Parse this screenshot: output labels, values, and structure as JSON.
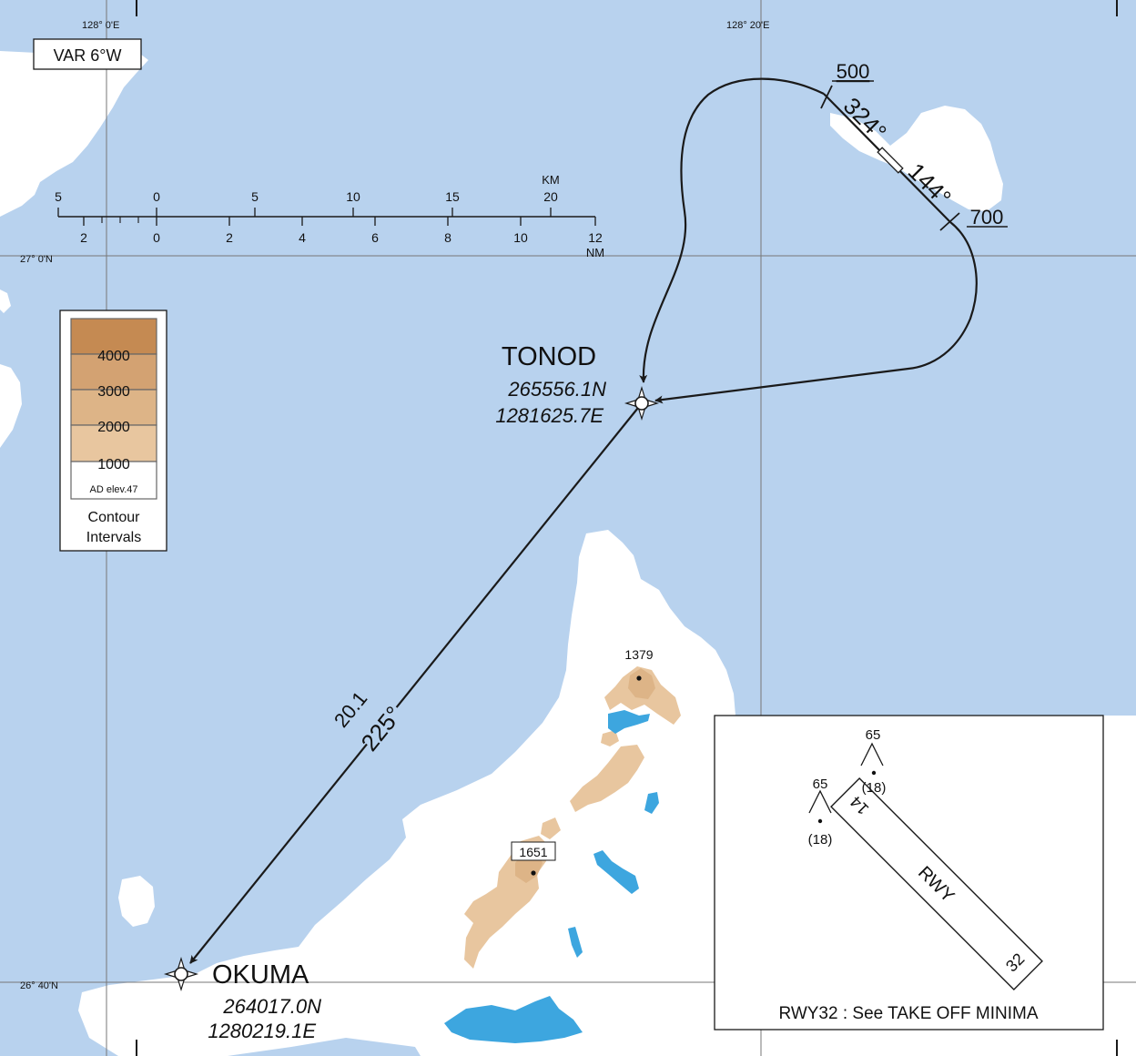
{
  "colors": {
    "water": "#b8d2ee",
    "land": "#ffffff",
    "terrain_1000": "#e8c69f",
    "terrain_2000": "#ddb487",
    "terrain_3000": "#d3a272",
    "terrain_4000": "#c58a52",
    "lake": "#3da6df",
    "line": "#1a1a1a",
    "grid": "#777777"
  },
  "grid": {
    "lon_labels": [
      "128°  0'E",
      "128°  20'E"
    ],
    "lat_labels": [
      "27°  0'N",
      "26°  40'N"
    ]
  },
  "variation": "VAR 6°W",
  "scale": {
    "km_unit": "KM",
    "km_labels": [
      "5",
      "0",
      "5",
      "10",
      "15",
      "20"
    ],
    "nm_unit": "NM",
    "nm_labels": [
      "2",
      "0",
      "2",
      "4",
      "6",
      "8",
      "10",
      "12"
    ]
  },
  "contour_legend": {
    "levels": [
      "4000",
      "3000",
      "2000",
      "1000"
    ],
    "base_label": "AD elev.47",
    "title_line1": "Contour",
    "title_line2": "Intervals"
  },
  "waypoints": [
    {
      "name": "TONOD",
      "lat": "265556.1N",
      "lon": "1281625.7E"
    },
    {
      "name": "OKUMA",
      "lat": "264017.0N",
      "lon": "1280219.1E"
    }
  ],
  "route": {
    "distance": "20.1",
    "course": "225°"
  },
  "holding": {
    "inbound_course": "324°",
    "outbound_course": "144°",
    "altitude_start": "500",
    "altitude_end": "700"
  },
  "spot_heights": [
    "1379",
    "1651"
  ],
  "inset": {
    "obstacles": [
      {
        "height": "65",
        "height_agl": "(18)"
      },
      {
        "height": "65",
        "height_agl": "(18)"
      }
    ],
    "runway_label": "RWY",
    "runway_end_a": "14",
    "runway_end_b": "32",
    "caption": "RWY32 : See TAKE OFF MINIMA"
  }
}
